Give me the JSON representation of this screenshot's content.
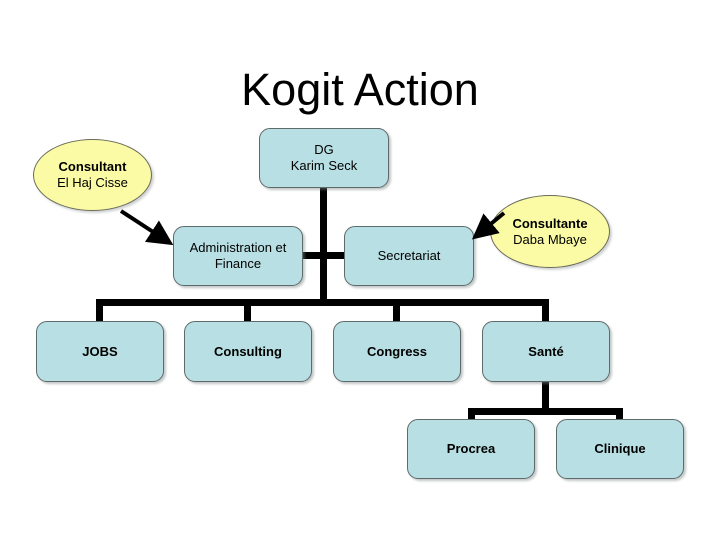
{
  "slide": {
    "title": "Kogit Action",
    "background_color": "#ffffff"
  },
  "colors": {
    "box_fill": "#b8dfe3",
    "box_border": "#5f6a6a",
    "ellipse_fill": "#fbfba6",
    "ellipse_border": "#6b6b5a",
    "connector": "#000000",
    "text": "#000000"
  },
  "chart_data": {
    "type": "diagram",
    "subtype": "organization-chart",
    "title": "Kogit Action",
    "nodes": [
      {
        "id": "dg",
        "label": "DG\nKarim Seck",
        "shape": "rounded-rect",
        "level": 0,
        "bold": false
      },
      {
        "id": "administration",
        "label": "Administration et\nFinance",
        "shape": "rounded-rect",
        "level": 1,
        "bold": false
      },
      {
        "id": "secretariat",
        "label": "Secretariat",
        "shape": "rounded-rect",
        "level": 1,
        "bold": false
      },
      {
        "id": "jobs",
        "label": "JOBS",
        "shape": "rounded-rect",
        "level": 2,
        "bold": true
      },
      {
        "id": "consulting",
        "label": "Consulting",
        "shape": "rounded-rect",
        "level": 2,
        "bold": true
      },
      {
        "id": "congress",
        "label": "Congress",
        "shape": "rounded-rect",
        "level": 2,
        "bold": true
      },
      {
        "id": "sante",
        "label": "Santé",
        "shape": "rounded-rect",
        "level": 2,
        "bold": true
      },
      {
        "id": "procrea",
        "label": "Procrea",
        "shape": "rounded-rect",
        "level": 3,
        "bold": true
      },
      {
        "id": "clinique",
        "label": "Clinique",
        "shape": "rounded-rect",
        "level": 3,
        "bold": true
      },
      {
        "id": "consultant",
        "label": "Consultant",
        "sublabel": "El Haj Cisse",
        "shape": "ellipse",
        "level": 1,
        "bold": true
      },
      {
        "id": "consultante",
        "label": "Consultante",
        "sublabel": "Daba Mbaye",
        "shape": "ellipse",
        "level": 1,
        "bold": true
      }
    ],
    "edges": [
      {
        "from": "dg",
        "to": "administration",
        "style": "orthogonal"
      },
      {
        "from": "dg",
        "to": "secretariat",
        "style": "orthogonal"
      },
      {
        "from": "dg",
        "to": "jobs",
        "style": "orthogonal"
      },
      {
        "from": "dg",
        "to": "consulting",
        "style": "orthogonal"
      },
      {
        "from": "dg",
        "to": "congress",
        "style": "orthogonal"
      },
      {
        "from": "dg",
        "to": "sante",
        "style": "orthogonal"
      },
      {
        "from": "sante",
        "to": "procrea",
        "style": "orthogonal"
      },
      {
        "from": "sante",
        "to": "clinique",
        "style": "orthogonal"
      },
      {
        "from": "consultant",
        "to": "administration",
        "style": "arrow"
      },
      {
        "from": "consultante",
        "to": "secretariat",
        "style": "arrow"
      }
    ]
  },
  "nodes": {
    "dg": {
      "line1": "DG",
      "line2": "Karim Seck"
    },
    "administration": {
      "line1": "Administration et",
      "line2": "Finance"
    },
    "secretariat": {
      "label": "Secretariat"
    },
    "jobs": {
      "label": "JOBS"
    },
    "consulting": {
      "label": "Consulting"
    },
    "congress": {
      "label": "Congress"
    },
    "sante": {
      "label": "Santé"
    },
    "procrea": {
      "label": "Procrea"
    },
    "clinique": {
      "label": "Clinique"
    },
    "consultant": {
      "title": "Consultant",
      "name": "El Haj Cisse"
    },
    "consultante": {
      "title": "Consultante",
      "name": "Daba Mbaye"
    }
  }
}
